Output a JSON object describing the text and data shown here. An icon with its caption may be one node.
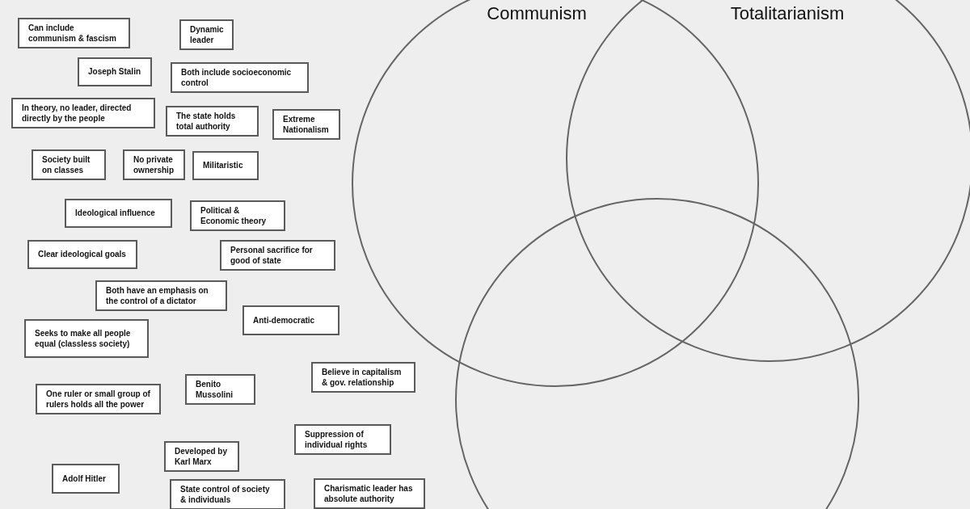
{
  "diagram": {
    "nodes": [
      {
        "text": [
          "Can include communism & fascism"
        ]
      },
      {
        "text": [
          "Dynamic leader"
        ]
      },
      {
        "text": [
          "Joseph Stalin"
        ]
      },
      {
        "text": [
          "Both include socioeconomic control"
        ]
      },
      {
        "text": [
          "In theory, no leader, directed directly by the people"
        ]
      },
      {
        "text": [
          "The state holds total authority"
        ]
      },
      {
        "text": [
          "Extreme Nationalism"
        ]
      },
      {
        "text": [
          "Society built on classes"
        ]
      },
      {
        "text": [
          "No private ownership"
        ]
      },
      {
        "text": [
          "Militaristic"
        ]
      },
      {
        "text": [
          "Ideological influence"
        ]
      },
      {
        "text": [
          "Political & Economic theory"
        ]
      },
      {
        "text": [
          "Clear ideological goals"
        ]
      },
      {
        "text": [
          "Personal sacrifice for good of state"
        ]
      },
      {
        "text": [
          "Both have an emphasis on the control of a dictator"
        ]
      },
      {
        "text": [
          "Anti-democratic"
        ]
      },
      {
        "text": [
          "Seeks to make all people equal (classless society)"
        ]
      },
      {
        "text": [
          "Believe in capitalism & gov. relationship"
        ]
      },
      {
        "text": [
          "Benito Mussolini"
        ]
      },
      {
        "text": [
          "One ruler or small group of rulers holds all the power"
        ]
      },
      {
        "text": [
          "Suppression of individual rights"
        ]
      },
      {
        "text": [
          "Developed by Karl Marx"
        ]
      },
      {
        "text": [
          "Adolf Hitler"
        ]
      },
      {
        "text": [
          "State control of society & individuals"
        ]
      },
      {
        "text": [
          "Charismatic leader has absolute authority"
        ]
      },
      {
        "text": [
          "Communism"
        ]
      },
      {
        "text": [
          "Totalitarianism"
        ]
      },
      {
        "text": [],
        "shape": "circle"
      }
    ],
    "edges": []
  }
}
